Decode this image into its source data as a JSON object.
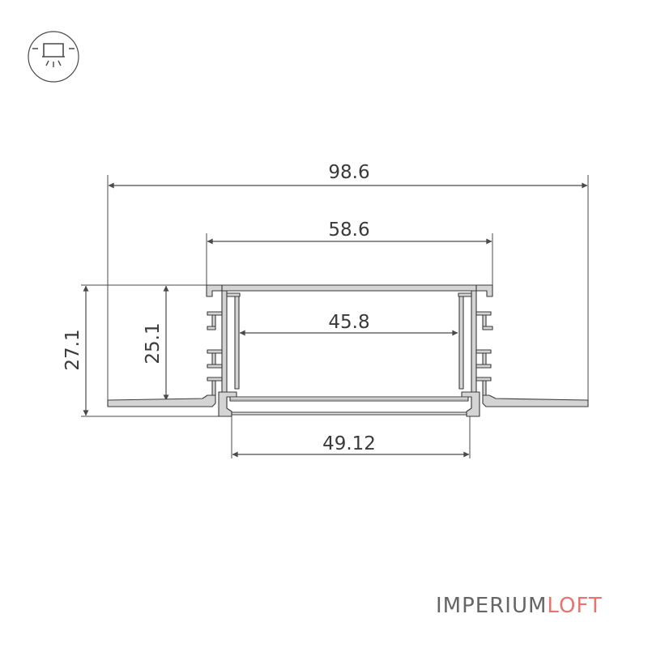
{
  "dimensions": {
    "overall_width": "98.6",
    "top_width": "58.6",
    "inner_width": "45.8",
    "diffuser_width": "49.12",
    "total_height": "27.1",
    "body_height": "25.1"
  },
  "brand": {
    "part1": "IMPERIUM",
    "part2": "LOFT",
    "color1": "#666666",
    "color2": "#e8736f"
  },
  "colors": {
    "line": "#4a4a4a",
    "profile_fill": "#d4d4d4",
    "profile_stroke": "#3a3a3a"
  },
  "icon": {
    "name": "ceiling-light-icon"
  }
}
